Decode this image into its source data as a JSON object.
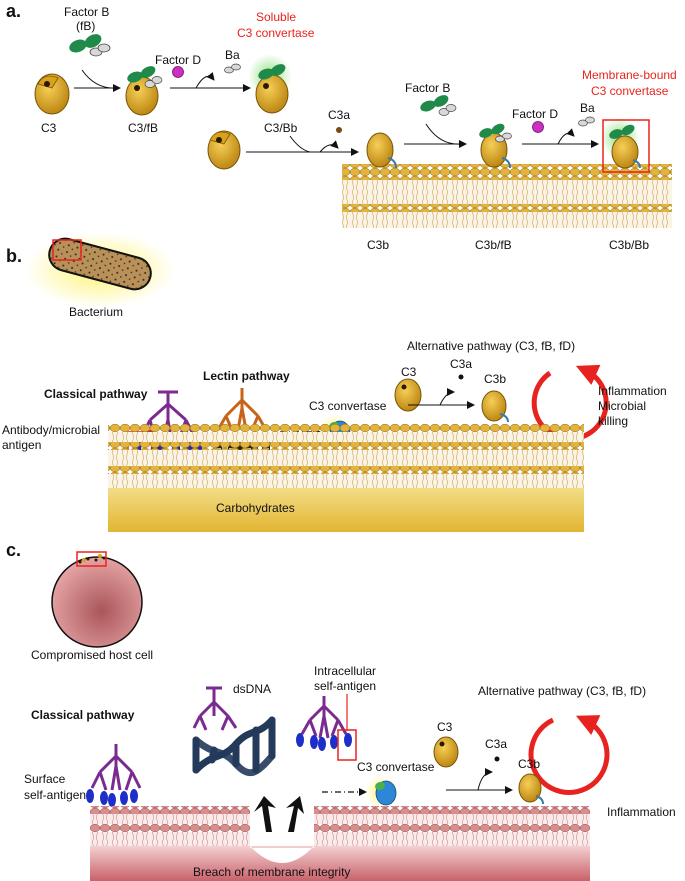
{
  "panels": {
    "a": {
      "label": "a.",
      "factor_b_top": "Factor B",
      "factor_b_abbr": "(fB)",
      "c3": "C3",
      "c3_fb": "C3/fB",
      "factor_d_1": "Factor D",
      "ba_1": "Ba",
      "soluble_line1": "Soluble",
      "soluble_line2": "C3 convertase",
      "c3_bb": "C3/Bb",
      "c3a": "C3a",
      "factor_b_2": "Factor B",
      "factor_d_2": "Factor D",
      "ba_2": "Ba",
      "membrane_line1": "Membrane-bound",
      "membrane_line2": "C3 convertase",
      "c3b": "C3b",
      "c3b_fb": "C3b/fB",
      "c3b_bb": "C3b/Bb"
    },
    "b": {
      "label": "b.",
      "bacterium": "Bacterium",
      "alt_pathway": "Alternative pathway (C3, fB, fD)",
      "c3": "C3",
      "c3a": "C3a",
      "c3b": "C3b",
      "classical": "Classical pathway",
      "lectin": "Lectin pathway",
      "c3_convertase": "C3 convertase",
      "inflammation": "Inflammation",
      "microbial": "Microbial",
      "killing": "killing",
      "antibody_line1": "Antibody/microbial",
      "antibody_line2": "antigen",
      "carbohydrates": "Carbohydrates"
    },
    "c": {
      "label": "c.",
      "host_cell": "Compromised host cell",
      "intracellular_line1": "Intracellular",
      "intracellular_line2": "self-antigen",
      "dsdna": "dsDNA",
      "alt_pathway": "Alternative pathway (C3, fB, fD)",
      "classical": "Classical pathway",
      "c3": "C3",
      "c3a": "C3a",
      "c3b": "C3b",
      "c3_convertase": "C3 convertase",
      "surface_line1": "Surface",
      "surface_line2": "self-antigen",
      "inflammation": "Inflammation",
      "breach": "Breach of membrane integrity"
    }
  },
  "colors": {
    "label_red": "#e8231f",
    "c3_gold": "#d9a21b",
    "factor_b_green": "#1f8a4a",
    "factor_d_magenta": "#cc2fc2",
    "antibody_purple": "#7b2b8f",
    "antigen_blue": "#1d2ec9",
    "lectin_orange": "#c8641a",
    "membrane_gold": "#e3b84a",
    "host_pink": "#d98b8b",
    "dna_navy": "#233a5a"
  }
}
